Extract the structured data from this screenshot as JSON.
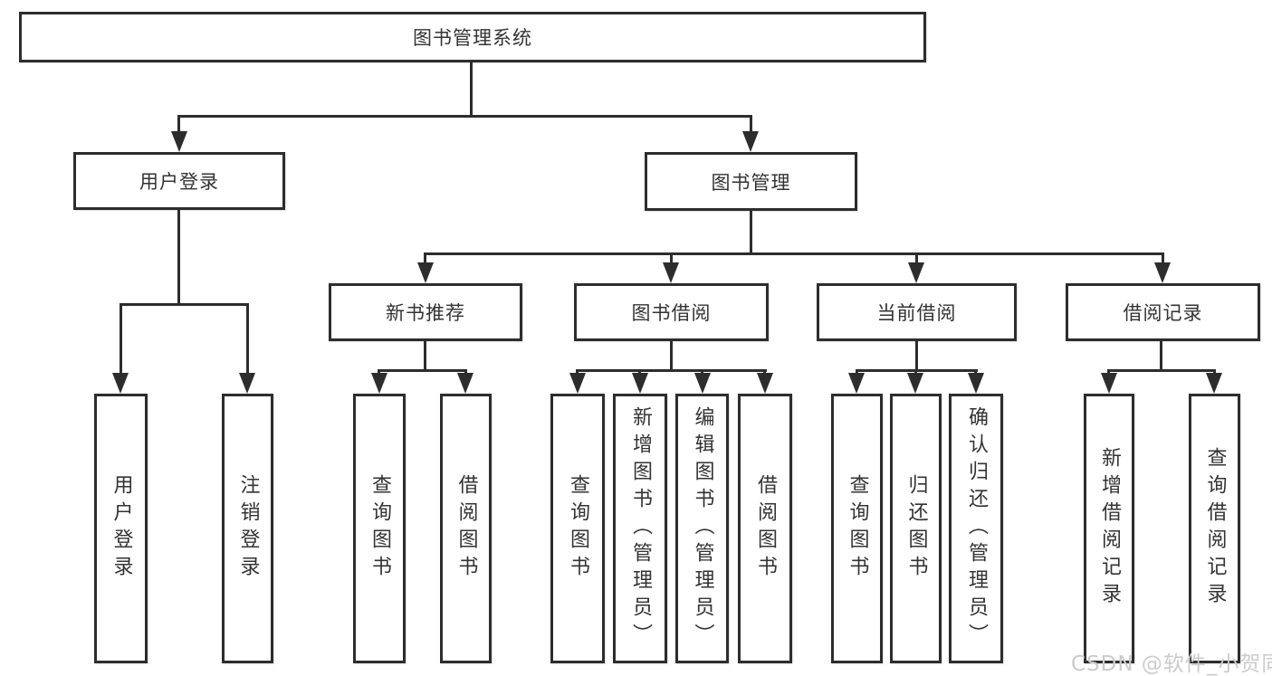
{
  "diagram": {
    "root": "图书管理系统",
    "level2": {
      "user_login": "用户登录",
      "book_mgmt": "图书管理"
    },
    "level3": {
      "new_books": "新书推荐",
      "book_borrow": "图书借阅",
      "current_borrow": "当前借阅",
      "borrow_records": "借阅记录"
    },
    "leaves": {
      "login": "用户登录",
      "logout": "注销登录",
      "nb_search": "查询图书",
      "nb_borrow": "借阅图书",
      "bb_search": "查询图书",
      "bb_add": "新增图书（管理员）",
      "bb_edit": "编辑图书（管理员）",
      "bb_borrow": "借阅图书",
      "cb_search": "查询图书",
      "cb_return": "归还图书",
      "cb_confirm": "确认归还（管理员）",
      "br_add": "新增借阅记录",
      "br_search": "查询借阅记录"
    }
  },
  "watermark": "CSDN @软件_小贺同学",
  "colors": {
    "line": "#2d2d2d",
    "text": "#333333",
    "watermark": "#cbcbcb",
    "background": "#ffffff"
  }
}
